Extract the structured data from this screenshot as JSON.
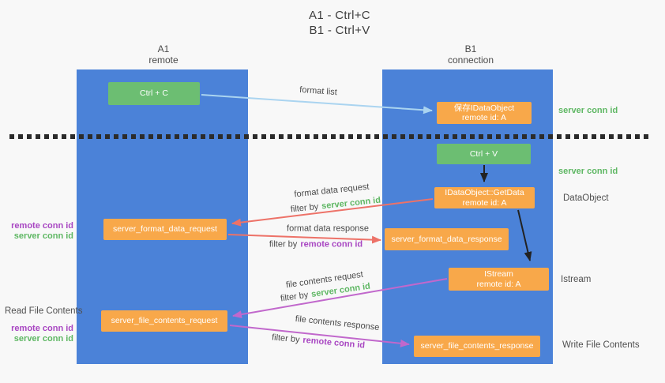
{
  "title": {
    "line1": "A1 - Ctrl+C",
    "line2": "B1 - Ctrl+V"
  },
  "lifelines": {
    "left": {
      "name": "A1",
      "role": "remote"
    },
    "right": {
      "name": "B1",
      "role": "connection"
    }
  },
  "nodes": {
    "ctrl_c": {
      "label": "Ctrl + C"
    },
    "save_idataobject": {
      "line1": "保存IDataObject",
      "line2": "remote id: A"
    },
    "ctrl_v": {
      "label": "Ctrl + V"
    },
    "getdata": {
      "line1": "IDataObject::GetData",
      "line2": "remote id: A"
    },
    "format_request": {
      "label": "server_format_data_request"
    },
    "format_response": {
      "label": "server_format_data_response"
    },
    "istream": {
      "line1": "IStream",
      "line2": "remote id: A"
    },
    "file_request": {
      "label": "server_file_contents_request"
    },
    "file_response": {
      "label": "server_file_contents_response"
    }
  },
  "labels": {
    "format_list": "format list",
    "filter_by": "filter by",
    "server_conn_id": "server conn id",
    "remote_conn_id": "remote conn id",
    "format_data_request": "format data request",
    "format_data_response": "format data response",
    "file_contents_request": "file contents request",
    "file_contents_response": "file contents response",
    "data_object": "DataObject",
    "istream": "Istream",
    "read_file_contents": "Read File Contents",
    "write_file_contents": "Write File Contents"
  },
  "colors": {
    "background": "#f8f8f8",
    "lifeline_blue": "#4b82d8",
    "action_green": "#6cbe72",
    "message_orange": "#f8a84a",
    "arrow_blue": "#aad4f0",
    "arrow_red": "#ed7268",
    "arrow_magenta": "#c168cc",
    "arrow_black": "#222222",
    "text_green": "#5eb763",
    "text_purple": "#a846c2",
    "separator_black": "#2b2b2b"
  }
}
